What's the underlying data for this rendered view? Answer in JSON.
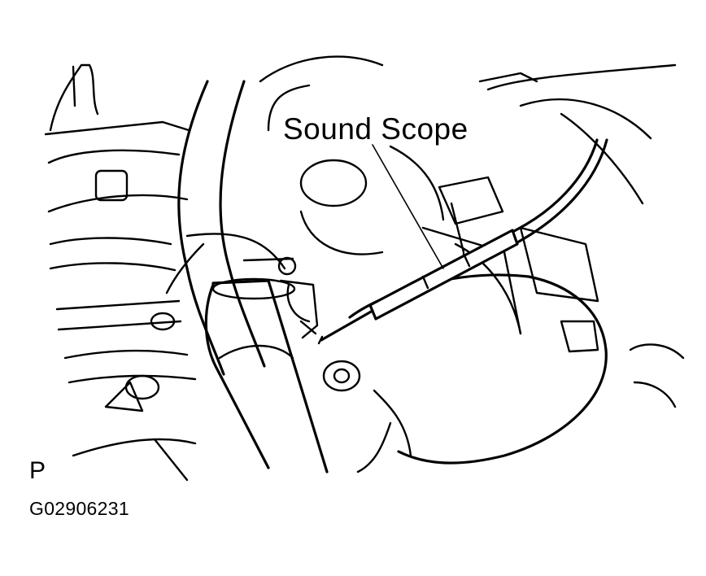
{
  "diagram": {
    "callout_label": "Sound Scope",
    "view_letter": "P",
    "figure_id": "G02906231"
  }
}
